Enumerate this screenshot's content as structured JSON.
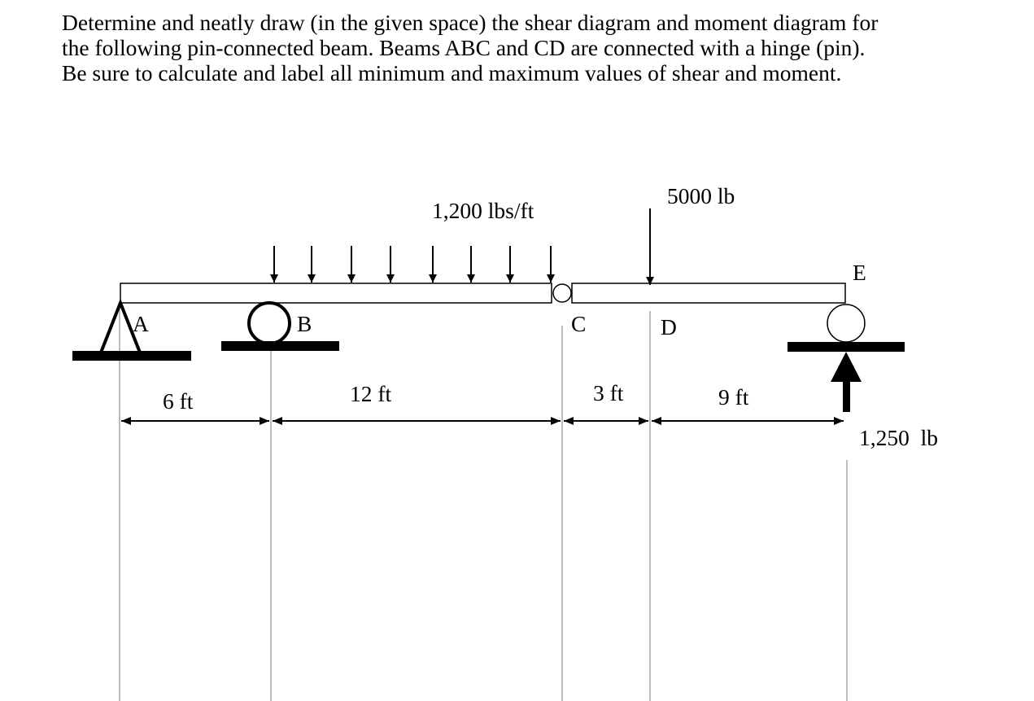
{
  "problem": {
    "line1": "Determine and neatly draw (in the given space) the shear diagram and moment diagram for",
    "line2": "the following pin-connected beam.  Beams ABC and CD are connected with a hinge (pin).",
    "line3": "Be sure to calculate and label all minimum and maximum values of shear and moment."
  },
  "beam": {
    "point_labels": {
      "a": "A",
      "b": "B",
      "c": "C",
      "d": "D",
      "e": "E"
    },
    "distributed_load": "1,200 lbs/ft",
    "point_load": "5000 lb",
    "reaction_load": "1,250  lb",
    "dimensions": [
      "6 ft",
      "12 ft",
      "3 ft",
      "9 ft"
    ]
  }
}
